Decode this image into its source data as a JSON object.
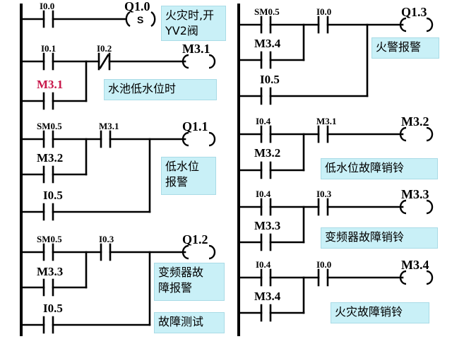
{
  "left": {
    "r1": {
      "c1": "I0.0",
      "coil": "Q1.0",
      "coil_inner": "S",
      "note_l1": "火灾时,开",
      "note_l2": "YV2阀"
    },
    "r2": {
      "c1": "I0.1",
      "c1b": "M3.1",
      "c2": "I0.2",
      "coil": "M3.1",
      "note": "水池低水位时"
    },
    "r3": {
      "c1": "SM0.5",
      "c1b": "M3.2",
      "c1c": "I0.5",
      "c2": "M3.1",
      "coil": "Q1.1",
      "note_l1": "低水位",
      "note_l2": "报警"
    },
    "r4": {
      "c1": "SM0.5",
      "c1b": "M3.3",
      "c1c": "I0.5",
      "c2": "I0.3",
      "coil": "Q1.2",
      "note_l1": "变频器故",
      "note_l2": "障报警",
      "note_l3": "故障测试"
    }
  },
  "right": {
    "r1": {
      "c1": "SM0.5",
      "c1b": "M3.4",
      "c1c": "I0.5",
      "c2": "I0.0",
      "coil": "Q1.3",
      "note": "火警报警"
    },
    "r2": {
      "c1": "I0.4",
      "c1b": "M3.2",
      "c2": "M3.1",
      "coil": "M3.2",
      "note": "低水位故障销铃"
    },
    "r3": {
      "c1": "I0.4",
      "c1b": "M3.3",
      "c2": "I0.3",
      "coil": "M3.3",
      "note": "变频器故障销铃"
    },
    "r4": {
      "c1": "I0.4",
      "c1b": "M3.4",
      "c2": "I0.0",
      "coil": "M3.4",
      "note": "火灾故障销铃"
    }
  },
  "colors": {
    "note_bg": "#c9f0f7",
    "highlight": "#c8174a",
    "line": "#000000"
  }
}
